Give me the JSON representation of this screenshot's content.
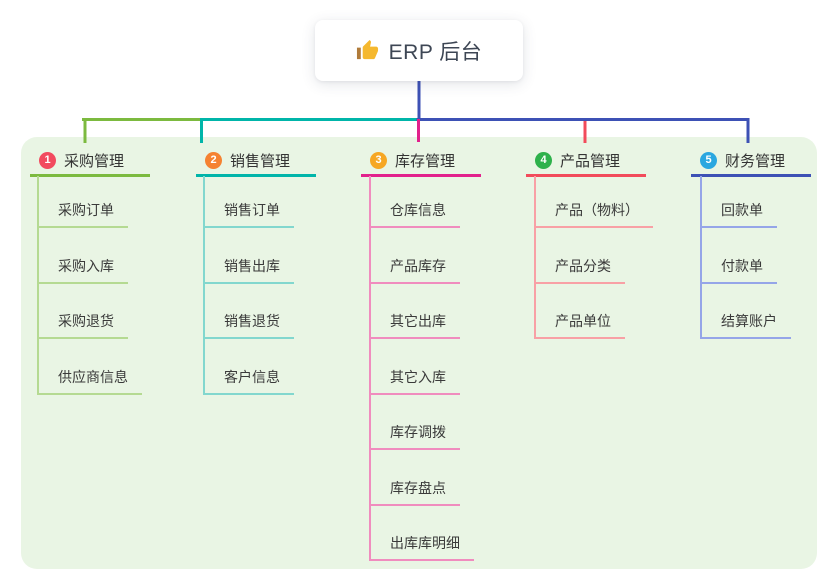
{
  "root": {
    "label": "ERP 后台",
    "icon": "thumbs-up-icon"
  },
  "branches": [
    {
      "index": "1",
      "label": "采购管理",
      "badge_color": "#F24A5F",
      "line_color": "#7CBA3F",
      "child_line_color": "#B5DA92",
      "children": [
        "采购订单",
        "采购入库",
        "采购退货",
        "供应商信息"
      ]
    },
    {
      "index": "2",
      "label": "销售管理",
      "badge_color": "#F58231",
      "line_color": "#00B5A9",
      "child_line_color": "#82D7CE",
      "children": [
        "销售订单",
        "销售出库",
        "销售退货",
        "客户信息"
      ]
    },
    {
      "index": "3",
      "label": "库存管理",
      "badge_color": "#F6A723",
      "line_color": "#E2218C",
      "child_line_color": "#F08CBE",
      "children": [
        "仓库信息",
        "产品库存",
        "其它出库",
        "其它入库",
        "库存调拨",
        "库存盘点",
        "出库库明细"
      ]
    },
    {
      "index": "4",
      "label": "产品管理",
      "badge_color": "#2EB14B",
      "line_color": "#F24B5B",
      "child_line_color": "#F8A0A5",
      "children": [
        "产品（物料）",
        "产品分类",
        "产品单位"
      ]
    },
    {
      "index": "5",
      "label": "财务管理",
      "badge_color": "#2AA7E0",
      "line_color": "#3D51B5",
      "child_line_color": "#95A5E8",
      "children": [
        "回款单",
        "付款单",
        "结算账户"
      ]
    }
  ],
  "colors": {
    "panel_background": "#E9F5E4",
    "root_stem": "#3D51B5",
    "root_text": "#3D4654",
    "branch_text": "#333333",
    "child_text": "#3A3A3A",
    "thumb_icon": "#F5B82E"
  }
}
